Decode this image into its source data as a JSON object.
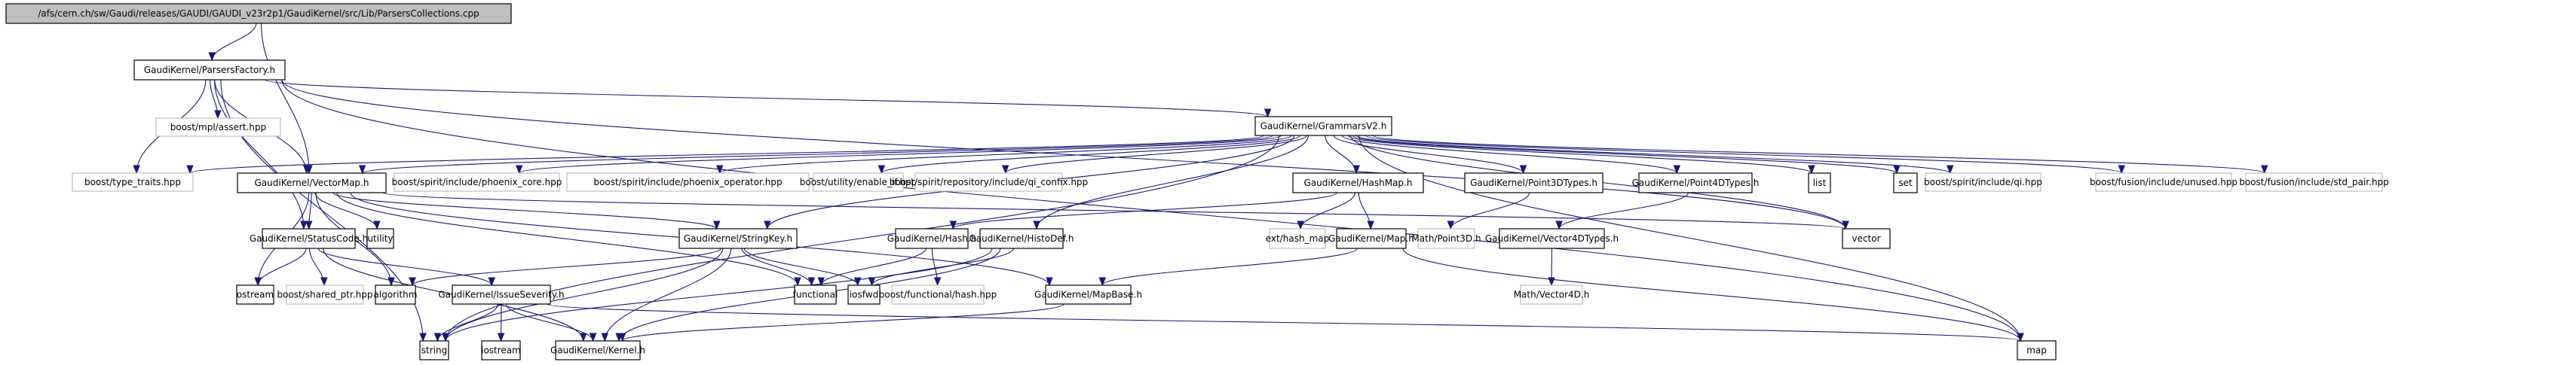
{
  "title": "/afs/cern.ch/sw/Gaudi/releases/GAUDI/GAUDI_v23r2p1/GaudiKernel/src/Lib/ParsersCollections.cpp",
  "colors": {
    "edge": "#191970",
    "root_fill": "#bfbfbf",
    "header_border": "#000000",
    "external_border": "#bfbfbf"
  },
  "nodes": [
    {
      "id": "root",
      "label": "/afs/cern.ch/sw/Gaudi/releases/GAUDI/GAUDI_v23r2p1/GaudiKernel/src/Lib/ParsersCollections.cpp",
      "kind": "root"
    },
    {
      "id": "ParsersFactory",
      "label": "GaudiKernel/ParsersFactory.h",
      "kind": "header"
    },
    {
      "id": "mpl_assert",
      "label": "boost/mpl/assert.hpp",
      "kind": "external"
    },
    {
      "id": "type_traits",
      "label": "boost/type_traits.hpp",
      "kind": "external"
    },
    {
      "id": "VectorMap",
      "label": "GaudiKernel/VectorMap.h",
      "kind": "header"
    },
    {
      "id": "phoenix_core",
      "label": "boost/spirit/include/phoenix_core.hpp",
      "kind": "external"
    },
    {
      "id": "phoenix_operator",
      "label": "boost/spirit/include/phoenix_operator.hpp",
      "kind": "external"
    },
    {
      "id": "enable_if",
      "label": "boost/utility/enable_if.hpp",
      "kind": "external"
    },
    {
      "id": "qi_confix",
      "label": "boost/spirit/repository/include/qi_confix.hpp",
      "kind": "external"
    },
    {
      "id": "GrammarsV2",
      "label": "GaudiKernel/GrammarsV2.h",
      "kind": "header"
    },
    {
      "id": "HashMap",
      "label": "GaudiKernel/HashMap.h",
      "kind": "header"
    },
    {
      "id": "Point3DTypes",
      "label": "GaudiKernel/Point3DTypes.h",
      "kind": "header"
    },
    {
      "id": "Point4DTypes",
      "label": "GaudiKernel/Point4DTypes.h",
      "kind": "header"
    },
    {
      "id": "list",
      "label": "list",
      "kind": "header"
    },
    {
      "id": "set",
      "label": "set",
      "kind": "header"
    },
    {
      "id": "qi",
      "label": "boost/spirit/include/qi.hpp",
      "kind": "external"
    },
    {
      "id": "unused",
      "label": "boost/fusion/include/unused.hpp",
      "kind": "external"
    },
    {
      "id": "std_pair",
      "label": "boost/fusion/include/std_pair.hpp",
      "kind": "external"
    },
    {
      "id": "StatusCode",
      "label": "GaudiKernel/StatusCode.h",
      "kind": "header"
    },
    {
      "id": "utility",
      "label": "utility",
      "kind": "header"
    },
    {
      "id": "StringKey",
      "label": "GaudiKernel/StringKey.h",
      "kind": "header"
    },
    {
      "id": "Hash",
      "label": "GaudiKernel/Hash.h",
      "kind": "header"
    },
    {
      "id": "HistoDef",
      "label": "GaudiKernel/HistoDef.h",
      "kind": "header"
    },
    {
      "id": "hash_map",
      "label": "ext/hash_map",
      "kind": "external"
    },
    {
      "id": "Map",
      "label": "GaudiKernel/Map.h",
      "kind": "header"
    },
    {
      "id": "Point3D",
      "label": "Math/Point3D.h",
      "kind": "external"
    },
    {
      "id": "Vector4DTypes",
      "label": "GaudiKernel/Vector4DTypes.h",
      "kind": "header"
    },
    {
      "id": "vector",
      "label": "vector",
      "kind": "header"
    },
    {
      "id": "ostream",
      "label": "ostream",
      "kind": "header"
    },
    {
      "id": "shared_ptr",
      "label": "boost/shared_ptr.hpp",
      "kind": "external"
    },
    {
      "id": "algorithm",
      "label": "algorithm",
      "kind": "header"
    },
    {
      "id": "IssueSeverity",
      "label": "GaudiKernel/IssueSeverity.h",
      "kind": "header"
    },
    {
      "id": "functional",
      "label": "functional",
      "kind": "header"
    },
    {
      "id": "iosfwd",
      "label": "iosfwd",
      "kind": "header"
    },
    {
      "id": "functional_hash",
      "label": "boost/functional/hash.hpp",
      "kind": "external"
    },
    {
      "id": "MapBase",
      "label": "GaudiKernel/MapBase.h",
      "kind": "header"
    },
    {
      "id": "Vector4D",
      "label": "Math/Vector4D.h",
      "kind": "external"
    },
    {
      "id": "string",
      "label": "string",
      "kind": "header"
    },
    {
      "id": "iostream",
      "label": "iostream",
      "kind": "header"
    },
    {
      "id": "Kernel",
      "label": "GaudiKernel/Kernel.h",
      "kind": "header"
    },
    {
      "id": "map",
      "label": "map",
      "kind": "header"
    }
  ],
  "edges": [
    [
      "root",
      "ParsersFactory"
    ],
    [
      "root",
      "VectorMap"
    ],
    [
      "ParsersFactory",
      "mpl_assert"
    ],
    [
      "ParsersFactory",
      "type_traits"
    ],
    [
      "ParsersFactory",
      "VectorMap"
    ],
    [
      "ParsersFactory",
      "GrammarsV2"
    ],
    [
      "ParsersFactory",
      "StatusCode"
    ],
    [
      "ParsersFactory",
      "string"
    ],
    [
      "ParsersFactory",
      "vector"
    ],
    [
      "ParsersFactory",
      "map"
    ],
    [
      "GrammarsV2",
      "type_traits"
    ],
    [
      "GrammarsV2",
      "VectorMap"
    ],
    [
      "GrammarsV2",
      "phoenix_core"
    ],
    [
      "GrammarsV2",
      "phoenix_operator"
    ],
    [
      "GrammarsV2",
      "enable_if"
    ],
    [
      "GrammarsV2",
      "qi_confix"
    ],
    [
      "GrammarsV2",
      "HashMap"
    ],
    [
      "GrammarsV2",
      "Point3DTypes"
    ],
    [
      "GrammarsV2",
      "Point4DTypes"
    ],
    [
      "GrammarsV2",
      "list"
    ],
    [
      "GrammarsV2",
      "set"
    ],
    [
      "GrammarsV2",
      "qi"
    ],
    [
      "GrammarsV2",
      "unused"
    ],
    [
      "GrammarsV2",
      "std_pair"
    ],
    [
      "GrammarsV2",
      "StringKey"
    ],
    [
      "GrammarsV2",
      "HistoDef"
    ],
    [
      "GrammarsV2",
      "vector"
    ],
    [
      "GrammarsV2",
      "string"
    ],
    [
      "GrammarsV2",
      "map"
    ],
    [
      "VectorMap",
      "StatusCode"
    ],
    [
      "VectorMap",
      "utility"
    ],
    [
      "VectorMap",
      "ostream"
    ],
    [
      "VectorMap",
      "algorithm"
    ],
    [
      "VectorMap",
      "StringKey"
    ],
    [
      "VectorMap",
      "functional"
    ],
    [
      "VectorMap",
      "MapBase"
    ],
    [
      "VectorMap",
      "vector"
    ],
    [
      "StatusCode",
      "ostream"
    ],
    [
      "StatusCode",
      "shared_ptr"
    ],
    [
      "StatusCode",
      "IssueSeverity"
    ],
    [
      "StatusCode",
      "Kernel"
    ],
    [
      "StringKey",
      "string"
    ],
    [
      "StringKey",
      "algorithm"
    ],
    [
      "StringKey",
      "functional"
    ],
    [
      "StringKey",
      "iosfwd"
    ],
    [
      "StringKey",
      "Kernel"
    ],
    [
      "HashMap",
      "Hash"
    ],
    [
      "HashMap",
      "hash_map"
    ],
    [
      "HashMap",
      "Map"
    ],
    [
      "Hash",
      "functional"
    ],
    [
      "Hash",
      "functional_hash"
    ],
    [
      "HistoDef",
      "iosfwd"
    ],
    [
      "HistoDef",
      "string"
    ],
    [
      "HistoDef",
      "Kernel"
    ],
    [
      "Map",
      "MapBase"
    ],
    [
      "Map",
      "map"
    ],
    [
      "MapBase",
      "Kernel"
    ],
    [
      "Point3DTypes",
      "Point3D"
    ],
    [
      "Point4DTypes",
      "Vector4DTypes"
    ],
    [
      "Vector4DTypes",
      "Vector4D"
    ],
    [
      "IssueSeverity",
      "string"
    ],
    [
      "IssueSeverity",
      "iostream"
    ],
    [
      "IssueSeverity",
      "Kernel"
    ],
    [
      "IssueSeverity",
      "map"
    ]
  ]
}
